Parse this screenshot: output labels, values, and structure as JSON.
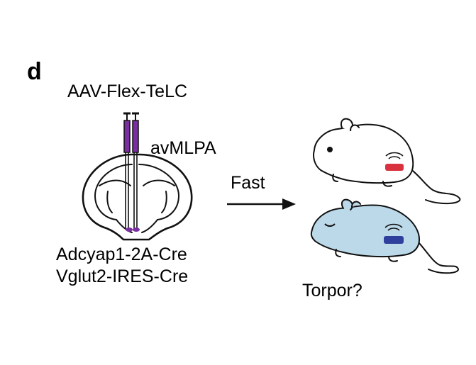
{
  "figure": {
    "panel_letter": "d",
    "injection": "AAV-Flex-TeLC",
    "target_region": "avMLPA",
    "condition": "Fast",
    "genotypes": [
      "Adcyap1-2A-Cre",
      "Vglut2-IRES-Cre"
    ],
    "outcome": "Torpor?"
  },
  "colors": {
    "injection_purple": "#7a2fa0",
    "transmitter_red": "#d8323f",
    "transmitter_blue": "#2f3f9e",
    "torpid_mouse_fill": "#bcd9ea",
    "outline": "#111111"
  },
  "icons": [
    "brain-section-icon",
    "injection-pipette-icon",
    "arrow-icon",
    "mouse-awake-icon",
    "mouse-torpid-icon",
    "wireless-transmitter-icon"
  ]
}
